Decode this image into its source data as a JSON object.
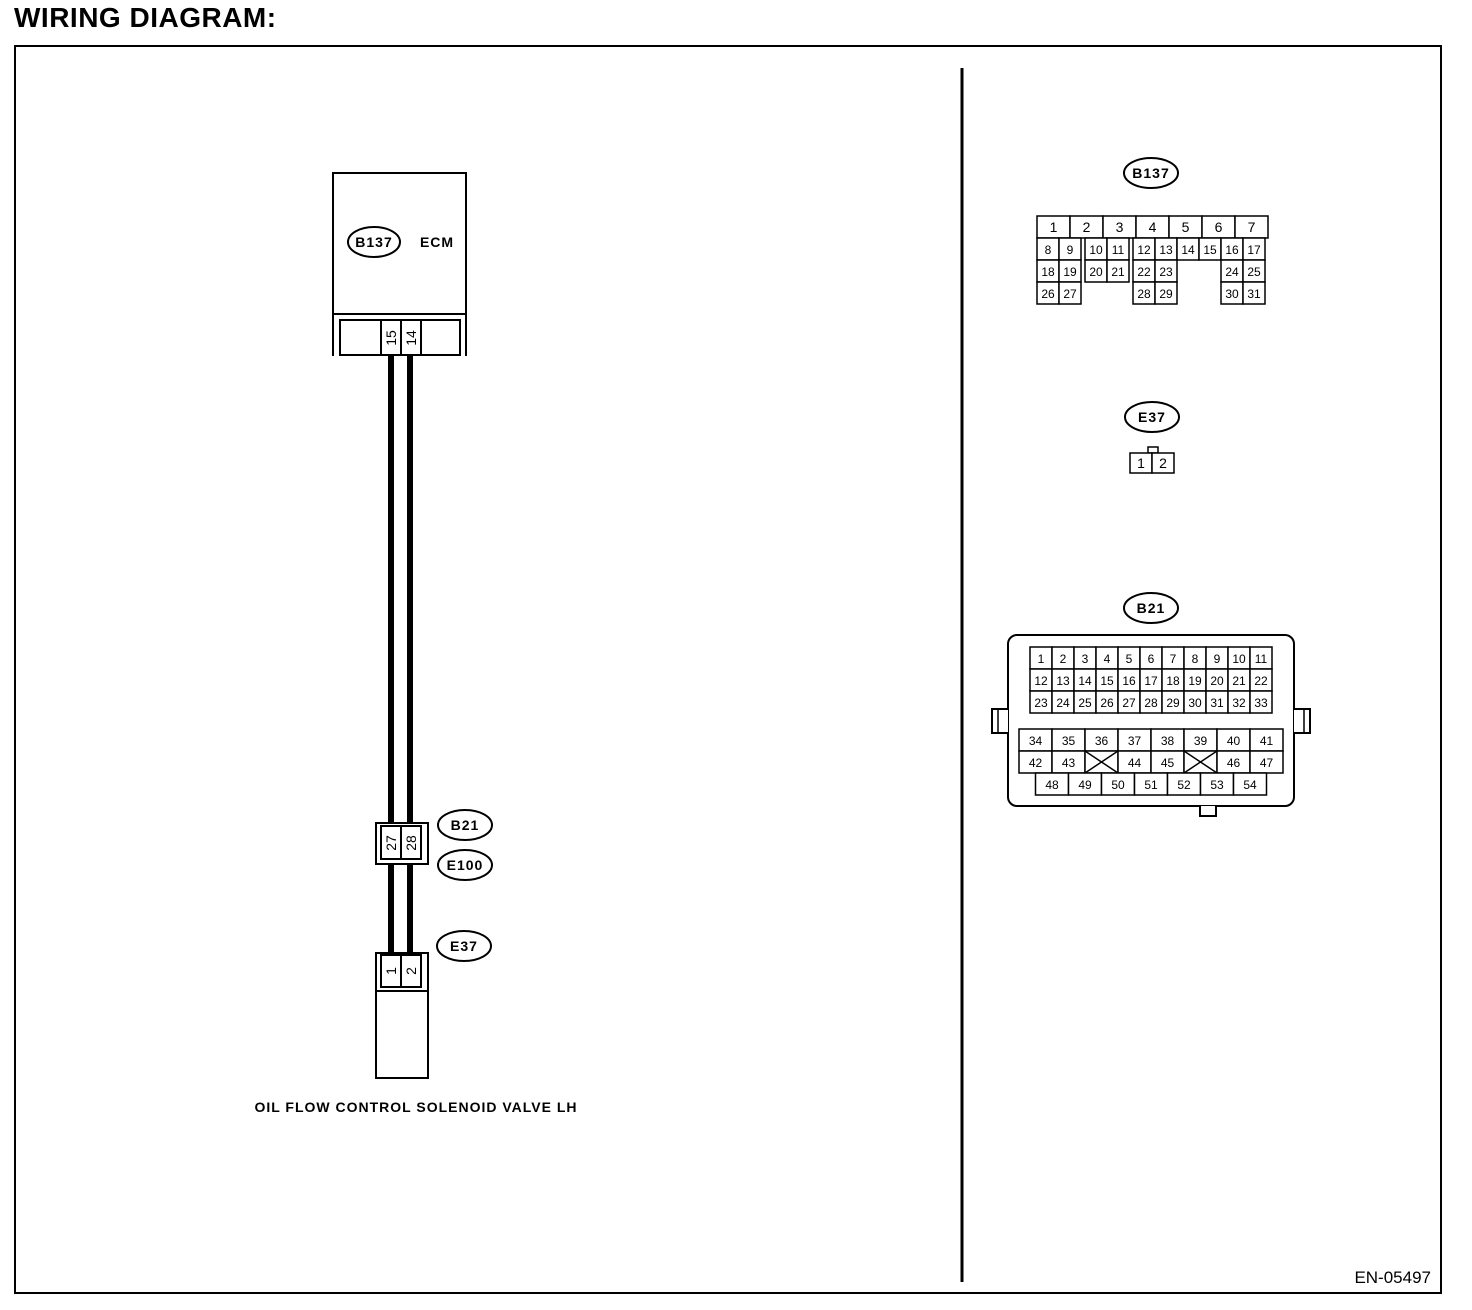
{
  "heading": "WIRING DIAGRAM:",
  "ecm": {
    "connector": "B137",
    "label": "ECM",
    "pins": [
      "15",
      "14"
    ]
  },
  "joint": {
    "top_connector": "B21",
    "bottom_connector": "E100",
    "pins": [
      "27",
      "28"
    ]
  },
  "valve": {
    "connector": "E37",
    "pins": [
      "1",
      "2"
    ],
    "label": "OIL FLOW CONTROL SOLENOID VALVE LH"
  },
  "views": {
    "b137": {
      "label": "B137",
      "rows": [
        [
          "1",
          "2",
          "3",
          "4",
          "5",
          "6",
          "7"
        ],
        [
          "8",
          "9",
          "10",
          "11",
          "12",
          "13",
          "14",
          "15",
          "16",
          "17"
        ],
        [
          "18",
          "19",
          "20",
          "21",
          "22",
          "23",
          "24",
          "25"
        ],
        [
          "26",
          "27",
          "28",
          "29",
          "30",
          "31"
        ]
      ]
    },
    "e37": {
      "label": "E37",
      "pins": [
        "1",
        "2"
      ]
    },
    "b21": {
      "label": "B21",
      "upper_rows": [
        [
          "1",
          "2",
          "3",
          "4",
          "5",
          "6",
          "7",
          "8",
          "9",
          "10",
          "11"
        ],
        [
          "12",
          "13",
          "14",
          "15",
          "16",
          "17",
          "18",
          "19",
          "20",
          "21",
          "22"
        ],
        [
          "23",
          "24",
          "25",
          "26",
          "27",
          "28",
          "29",
          "30",
          "31",
          "32",
          "33"
        ]
      ],
      "lower_rows": [
        [
          "34",
          "35",
          "36",
          "37",
          "38",
          "39",
          "40",
          "41"
        ],
        [
          "42",
          "43",
          "",
          "44",
          "45",
          "",
          "46",
          "47"
        ],
        [
          "48",
          "49",
          "50",
          "51",
          "52",
          "53",
          "54"
        ]
      ]
    }
  },
  "figure_code": "EN-05497"
}
